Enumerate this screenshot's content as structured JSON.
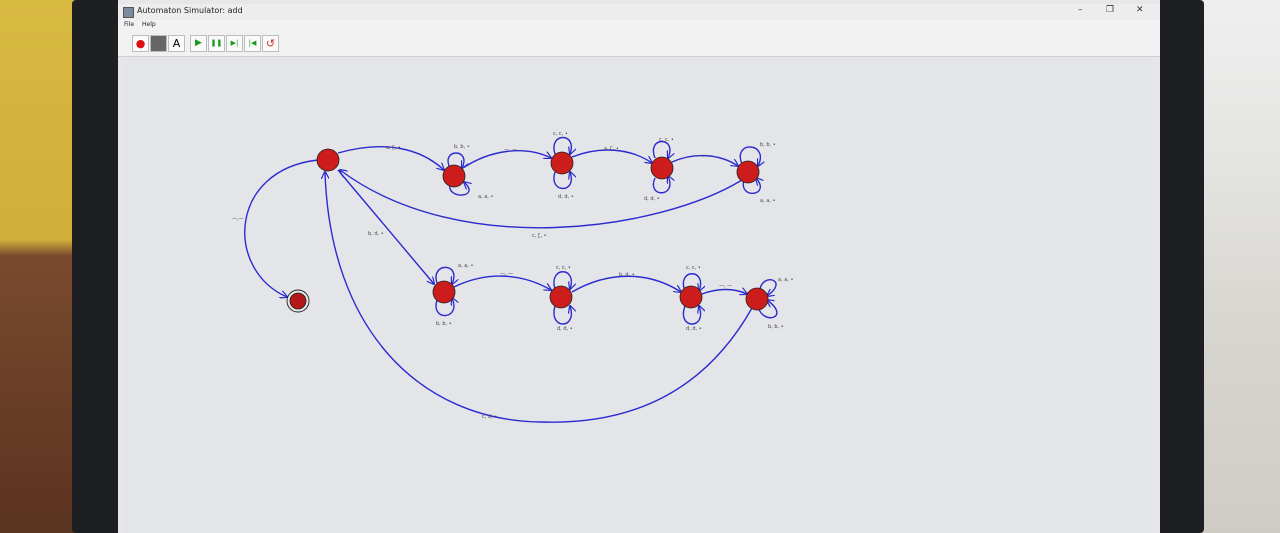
{
  "window": {
    "title": "Automaton Simulator: add",
    "minimize": "–",
    "maximize": "❐",
    "close": "✕"
  },
  "menu": [
    {
      "label": "File"
    },
    {
      "label": "Help"
    }
  ],
  "toolbar": [
    {
      "id": "state",
      "icon": "record-icon",
      "glyph": "●",
      "color": "#d11"
    },
    {
      "id": "select",
      "icon": "select-icon",
      "glyph": "",
      "color": "#555"
    },
    {
      "id": "text",
      "icon": "text-icon",
      "glyph": "A",
      "color": "#222"
    },
    {
      "id": "play",
      "icon": "play-icon",
      "glyph": "▶",
      "color": "#1a9a1a"
    },
    {
      "id": "pause",
      "icon": "pause-icon",
      "glyph": "❚❚",
      "color": "#1a9a1a"
    },
    {
      "id": "step",
      "icon": "step-forward-icon",
      "glyph": "▶|",
      "color": "#1a9a1a"
    },
    {
      "id": "back",
      "icon": "step-back-icon",
      "glyph": "|◀",
      "color": "#1a9a1a"
    },
    {
      "id": "reset",
      "icon": "reset-icon",
      "glyph": "↺",
      "color": "#c33"
    }
  ],
  "edge_labels": {
    "start_to_accept": "—,—",
    "s0_s1": "a, ʗ, •",
    "s1_loop_top": "b, b, •",
    "s1_loop_bottom": "a, a, •",
    "s1_s2": "—, —",
    "s2_loop_top": "c, c, •",
    "s2_loop_bottom": "d, d, •",
    "s2_s3": "a, ʗ, •",
    "s3_loop_top": "c, c, •",
    "s3_loop_bottom": "d, d, •",
    "s3_s4": "—, —",
    "s4_loop_top": "b, b, •",
    "s4_loop_bottom": "a, a, •",
    "s4_back": "c, ʗ, •",
    "s0_s5": "b, d, •",
    "s5_loop_top": "a, a, •",
    "s5_loop_bottom": "b, b, •",
    "s5_s6": "—, —",
    "s6_loop_top": "c, c, •",
    "s6_loop_bottom": "d, d, •",
    "s6_s7": "b, d, •",
    "s7_loop_top": "c, c, •",
    "s7_loop_bottom": "d, d, •",
    "s7_s8": "—, —",
    "s8_loop_top": "a, a, •",
    "s8_loop_bottom": "b, b, •",
    "s8_back": "c, d, •"
  },
  "colors": {
    "state_fill": "#cc1c1c",
    "edge": "#2b2bd0"
  }
}
